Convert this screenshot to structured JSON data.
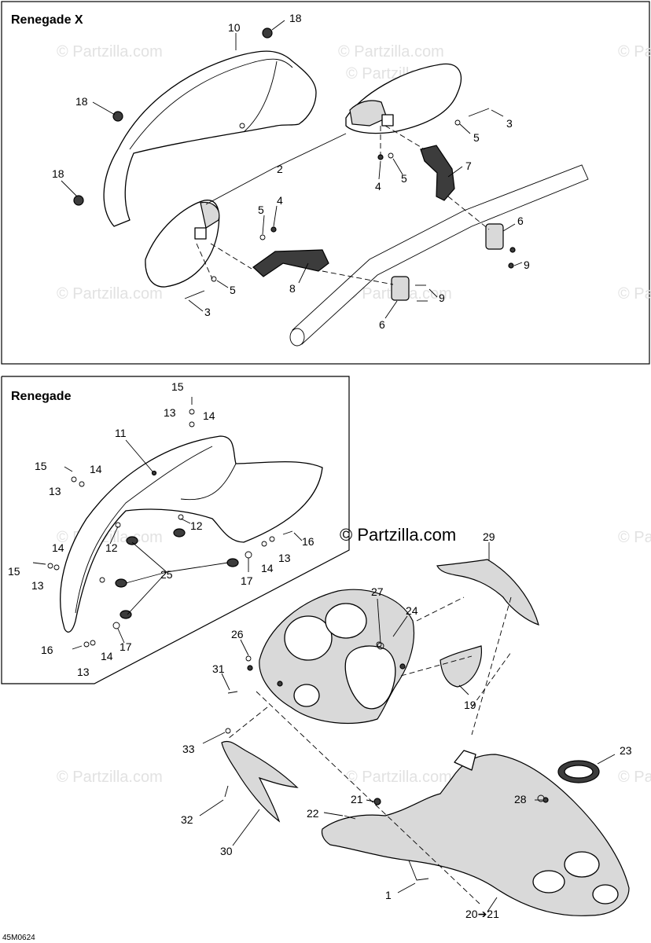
{
  "sections": {
    "top_title": "Renegade X",
    "bottom_title": "Renegade"
  },
  "watermark": {
    "text": "© Partzilla.com",
    "main_text": "© Partzilla.com"
  },
  "diagram_code": "45M0624",
  "callouts": {
    "c1": "1",
    "c2": "2",
    "c3a": "3",
    "c3b": "3",
    "c4a": "4",
    "c4b": "4",
    "c5a": "5",
    "c5b": "5",
    "c5c": "5",
    "c5d": "5",
    "c6a": "6",
    "c6b": "6",
    "c7": "7",
    "c8": "8",
    "c9a": "9",
    "c9b": "9",
    "c10": "10",
    "c11": "11",
    "c12a": "12",
    "c12b": "12",
    "c13a": "13",
    "c13b": "13",
    "c13c": "13",
    "c13d": "13",
    "c13e": "13",
    "c14a": "14",
    "c14b": "14",
    "c14c": "14",
    "c14d": "14",
    "c14e": "14",
    "c15a": "15",
    "c15b": "15",
    "c15c": "15",
    "c16a": "16",
    "c16b": "16",
    "c17a": "17",
    "c17b": "17",
    "c18a": "18",
    "c18b": "18",
    "c18c": "18",
    "c19": "19",
    "c2021": "20➔21",
    "c21": "21",
    "c22": "22",
    "c23": "23",
    "c24": "24",
    "c25": "25",
    "c26": "26",
    "c27": "27",
    "c28": "28",
    "c29": "29",
    "c30": "30",
    "c31": "31",
    "c32": "32",
    "c33": "33"
  }
}
